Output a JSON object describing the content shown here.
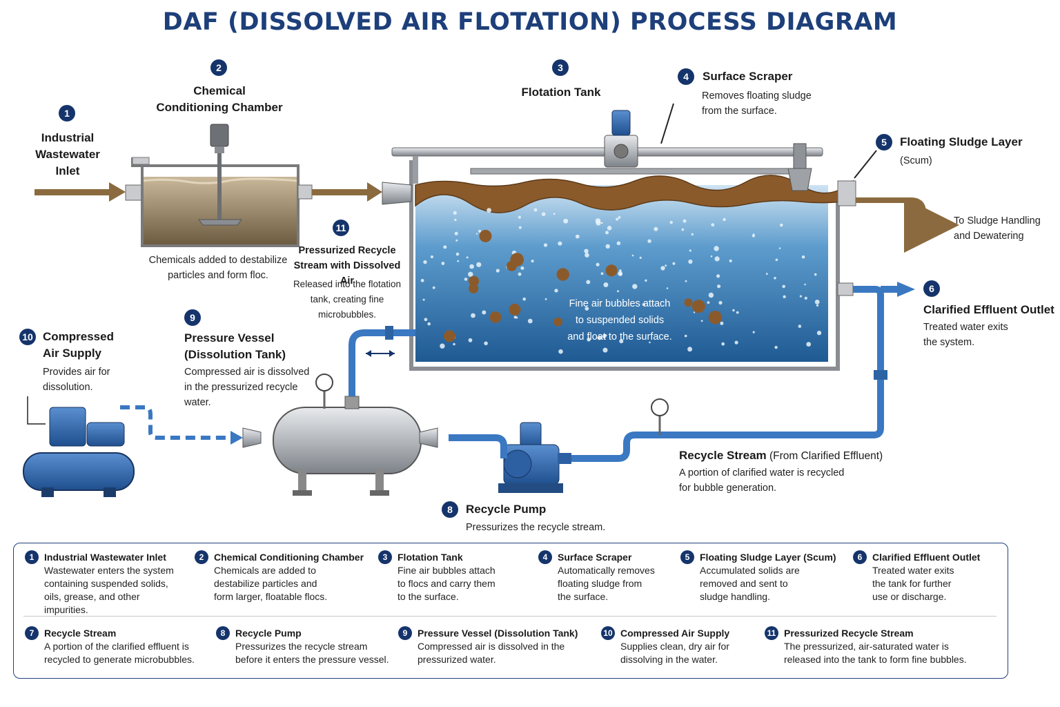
{
  "title": "DAF (DISSOLVED AIR FLOTATION) PROCESS DIAGRAM",
  "components": {
    "inlet": {
      "num": "1",
      "label": "Industrial\nWastewater\nInlet"
    },
    "chemical": {
      "num": "2",
      "label": "Chemical\nConditioning Chamber",
      "desc": "Chemicals added to destabilize\nparticles and form floc."
    },
    "flotation": {
      "num": "3",
      "label": "Flotation Tank",
      "note": "Fine air bubbles attach\nto suspended solids\nand float to the surface."
    },
    "scraper": {
      "num": "4",
      "label": "Surface Scraper",
      "desc": "Removes floating sludge\nfrom the surface."
    },
    "sludge": {
      "num": "5",
      "label": "Floating Sludge Layer",
      "sub": "(Scum)",
      "dest": "To Sludge Handling\nand Dewatering"
    },
    "effluent": {
      "num": "6",
      "label": "Clarified Effluent Outlet",
      "desc": "Treated water exits\nthe system."
    },
    "recycle_stream": {
      "label": "Recycle Stream",
      "label_suffix": " (From Clarified Effluent)",
      "desc": "A portion of clarified water is recycled\nfor bubble generation."
    },
    "recycle_pump": {
      "num": "8",
      "label": "Recycle Pump",
      "desc": "Pressurizes the recycle stream."
    },
    "pressure_vessel": {
      "num": "9",
      "label": "Pressure Vessel\n(Dissolution Tank)",
      "desc": "Compressed air is dissolved\nin the pressurized recycle\nwater."
    },
    "compressed_air": {
      "num": "10",
      "label": "Compressed\nAir Supply",
      "desc": "Provides air for\ndissolution."
    },
    "pressurized_recycle": {
      "num": "11",
      "label": "Pressurized Recycle\nStream with Dissolved Air",
      "desc": "Released into the flotation\ntank, creating fine\nmicrobubbles."
    }
  },
  "legend": [
    {
      "num": "1",
      "title": "Industrial Wastewater Inlet",
      "desc": "Wastewater enters the system\ncontaining suspended solids,\noils, grease, and other\nimpurities."
    },
    {
      "num": "2",
      "title": "Chemical Conditioning Chamber",
      "desc": "Chemicals are added to\ndestabilize particles and\nform larger, floatable flocs."
    },
    {
      "num": "3",
      "title": "Flotation Tank",
      "desc": "Fine air bubbles attach\nto flocs and carry them\nto the surface."
    },
    {
      "num": "4",
      "title": "Surface Scraper",
      "desc": "Automatically removes\nfloating sludge from\nthe surface."
    },
    {
      "num": "5",
      "title": "Floating Sludge Layer (Scum)",
      "desc": "Accumulated solids are\nremoved and sent to\nsludge handling."
    },
    {
      "num": "6",
      "title": "Clarified Effluent Outlet",
      "desc": "Treated water exits\nthe tank for further\nuse or discharge."
    },
    {
      "num": "7",
      "title": "Recycle Stream",
      "desc": "A portion of the clarified effluent is\nrecycled to generate microbubbles."
    },
    {
      "num": "8",
      "title": "Recycle Pump",
      "desc": "Pressurizes the recycle stream\nbefore it enters the pressure vessel."
    },
    {
      "num": "9",
      "title": "Pressure Vessel (Dissolution Tank)",
      "desc": "Compressed air is dissolved in the\npressurized water."
    },
    {
      "num": "10",
      "title": "Compressed Air Supply",
      "desc": "Supplies clean, dry air for\ndissolving in the water."
    },
    {
      "num": "11",
      "title": "Pressurized Recycle Stream",
      "desc": "The pressurized, air-saturated water is\nreleased into the tank to form fine bubbles."
    }
  ],
  "colors": {
    "navy": "#15346b",
    "water": "#2f6fa8",
    "pipe_blue": "#3a78c2",
    "sludge": "#8b5a2b",
    "steel": "#b8bcc2"
  }
}
